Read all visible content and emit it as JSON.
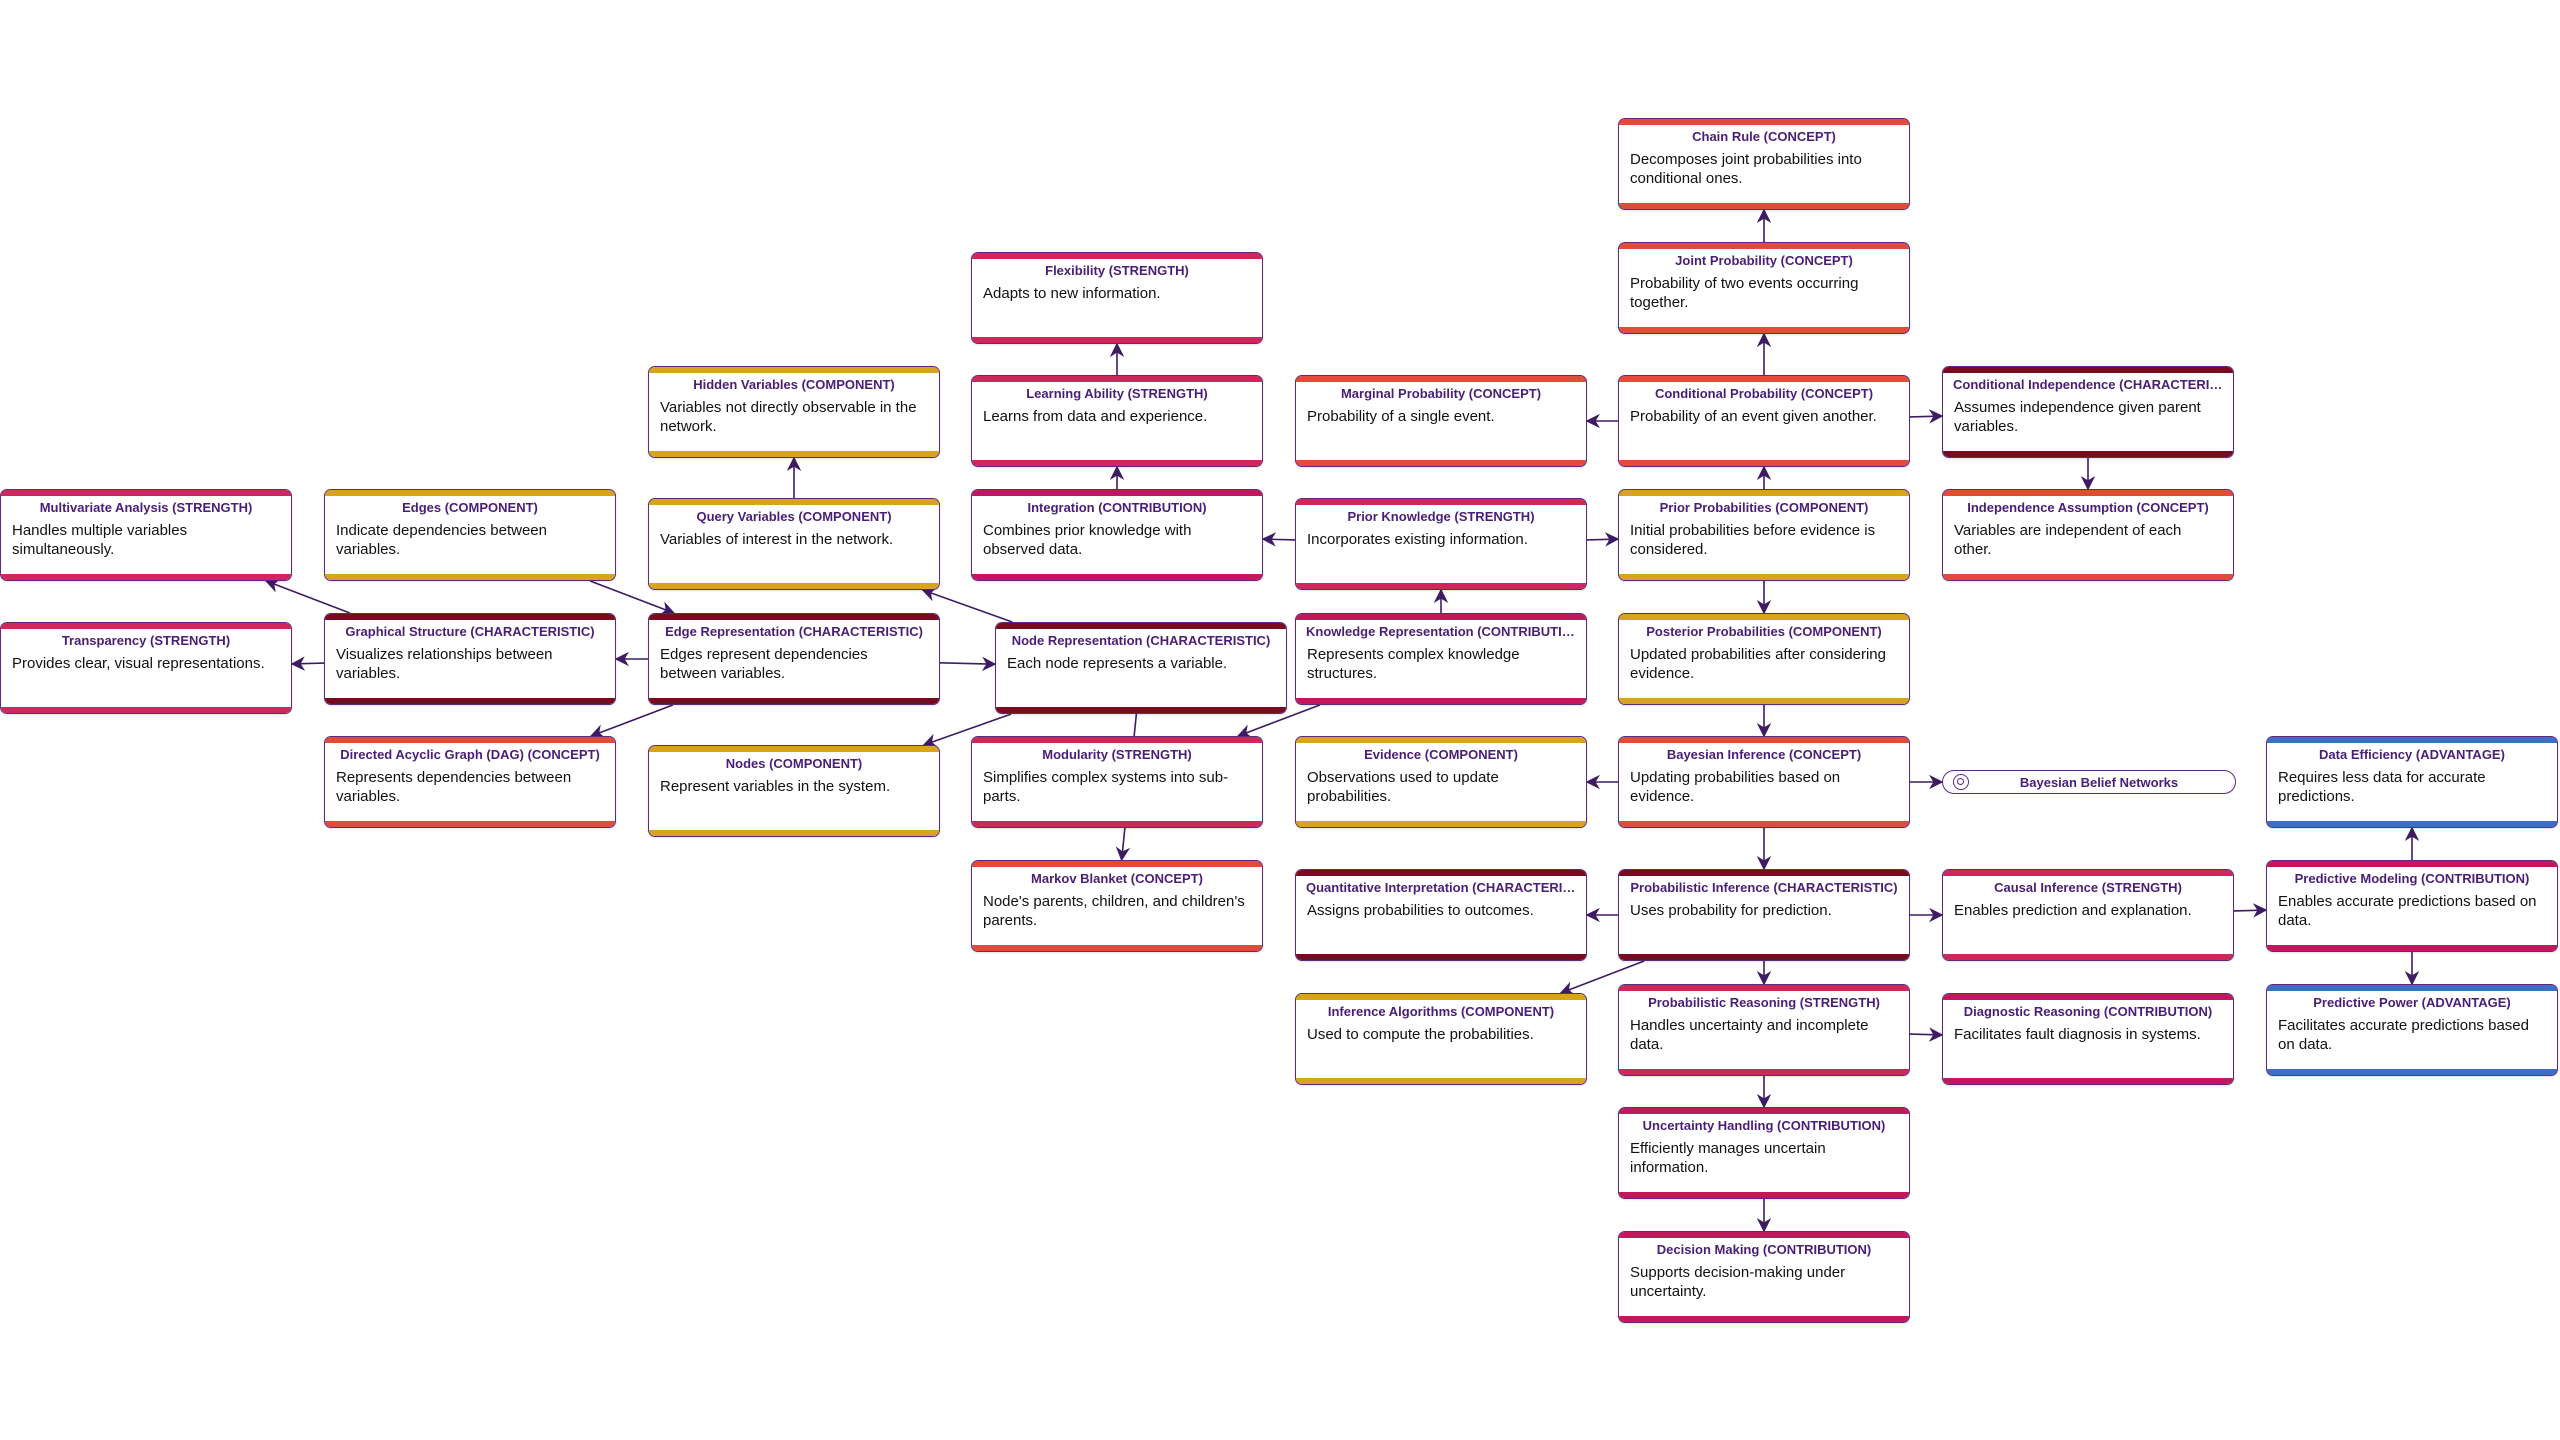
{
  "colors": {
    "concept": "#e14b3a",
    "component": "#d9a31c",
    "strength": "#d0275a",
    "contribution": "#c2185b",
    "characteristic": "#7a0a1f",
    "advantage": "#3a6fc4",
    "edge": "#3e1c63",
    "node_border": "#5a2a82"
  },
  "nodes": [
    {
      "id": "chain",
      "title": "Chain Rule (CONCEPT)",
      "desc": "Decomposes joint probabilities into conditional ones.",
      "kind": "concept"
    },
    {
      "id": "flex",
      "title": "Flexibility (STRENGTH)",
      "desc": "Adapts to new information.",
      "kind": "strength"
    },
    {
      "id": "joint",
      "title": "Joint Probability (CONCEPT)",
      "desc": "Probability of two events occurring together.",
      "kind": "concept"
    },
    {
      "id": "hidden",
      "title": "Hidden Variables (COMPONENT)",
      "desc": "Variables not directly observable in the network.",
      "kind": "component"
    },
    {
      "id": "learning",
      "title": "Learning Ability (STRENGTH)",
      "desc": "Learns from data and experience.",
      "kind": "strength"
    },
    {
      "id": "marginal",
      "title": "Marginal Probability (CONCEPT)",
      "desc": "Probability of a single event.",
      "kind": "concept"
    },
    {
      "id": "conditional",
      "title": "Conditional Probability (CONCEPT)",
      "desc": "Probability of an event given another.",
      "kind": "concept"
    },
    {
      "id": "condind",
      "title": "Conditional Independence (CHARACTERISTIC)",
      "desc": "Assumes independence given parent variables.",
      "kind": "characteristic"
    },
    {
      "id": "multivar",
      "title": "Multivariate Analysis (STRENGTH)",
      "desc": "Handles multiple variables simultaneously.",
      "kind": "strength"
    },
    {
      "id": "edges",
      "title": "Edges (COMPONENT)",
      "desc": "Indicate dependencies between variables.",
      "kind": "component"
    },
    {
      "id": "query",
      "title": "Query Variables (COMPONENT)",
      "desc": "Variables of interest in the network.",
      "kind": "component"
    },
    {
      "id": "integration",
      "title": "Integration (CONTRIBUTION)",
      "desc": "Combines prior knowledge with observed data.",
      "kind": "contribution"
    },
    {
      "id": "priorknow",
      "title": "Prior Knowledge (STRENGTH)",
      "desc": "Incorporates existing information.",
      "kind": "strength"
    },
    {
      "id": "priorprob",
      "title": "Prior Probabilities (COMPONENT)",
      "desc": "Initial probabilities before evidence is considered.",
      "kind": "component"
    },
    {
      "id": "indassump",
      "title": "Independence Assumption (CONCEPT)",
      "desc": "Variables are independent of each other.",
      "kind": "concept"
    },
    {
      "id": "transp",
      "title": "Transparency (STRENGTH)",
      "desc": "Provides clear, visual representations.",
      "kind": "strength"
    },
    {
      "id": "graphstruct",
      "title": "Graphical Structure (CHARACTERISTIC)",
      "desc": "Visualizes relationships between variables.",
      "kind": "characteristic"
    },
    {
      "id": "edgerep",
      "title": "Edge Representation (CHARACTERISTIC)",
      "desc": "Edges represent dependencies between variables.",
      "kind": "characteristic"
    },
    {
      "id": "noderep",
      "title": "Node Representation (CHARACTERISTIC)",
      "desc": "Each node represents a variable.",
      "kind": "characteristic"
    },
    {
      "id": "knowrep",
      "title": "Knowledge Representation (CONTRIBUTION)",
      "desc": "Represents complex knowledge structures.",
      "kind": "contribution"
    },
    {
      "id": "posterior",
      "title": "Posterior Probabilities (COMPONENT)",
      "desc": "Updated probabilities after considering evidence.",
      "kind": "component"
    },
    {
      "id": "dag",
      "title": "Directed Acyclic Graph (DAG) (CONCEPT)",
      "desc": "Represents dependencies between variables.",
      "kind": "concept"
    },
    {
      "id": "nodescomp",
      "title": "Nodes (COMPONENT)",
      "desc": "Represent variables in the system.",
      "kind": "component"
    },
    {
      "id": "modularity",
      "title": "Modularity (STRENGTH)",
      "desc": "Simplifies complex systems into sub-parts.",
      "kind": "strength"
    },
    {
      "id": "evidence",
      "title": "Evidence (COMPONENT)",
      "desc": "Observations used to update probabilities.",
      "kind": "component"
    },
    {
      "id": "bayesinf",
      "title": "Bayesian Inference (CONCEPT)",
      "desc": "Updating probabilities based on evidence.",
      "kind": "concept"
    },
    {
      "id": "dataeff",
      "title": "Data Efficiency (ADVANTAGE)",
      "desc": "Requires less data for accurate predictions.",
      "kind": "advantage"
    },
    {
      "id": "markov",
      "title": "Markov Blanket (CONCEPT)",
      "desc": "Node's parents, children, and children's parents.",
      "kind": "concept"
    },
    {
      "id": "quant",
      "title": "Quantitative Interpretation (CHARACTERISTIC)",
      "desc": "Assigns probabilities to outcomes.",
      "kind": "characteristic"
    },
    {
      "id": "probinf",
      "title": "Probabilistic Inference (CHARACTERISTIC)",
      "desc": "Uses probability for prediction.",
      "kind": "characteristic"
    },
    {
      "id": "causal",
      "title": "Causal Inference (STRENGTH)",
      "desc": "Enables prediction and explanation.",
      "kind": "strength"
    },
    {
      "id": "predmodel",
      "title": "Predictive Modeling (CONTRIBUTION)",
      "desc": "Enables accurate predictions based on data.",
      "kind": "contribution"
    },
    {
      "id": "infalg",
      "title": "Inference Algorithms (COMPONENT)",
      "desc": "Used to compute the probabilities.",
      "kind": "component"
    },
    {
      "id": "probreason",
      "title": "Probabilistic Reasoning (STRENGTH)",
      "desc": "Handles uncertainty and incomplete data.",
      "kind": "strength"
    },
    {
      "id": "diag",
      "title": "Diagnostic Reasoning (CONTRIBUTION)",
      "desc": "Facilitates fault diagnosis in systems.",
      "kind": "contribution"
    },
    {
      "id": "predpower",
      "title": "Predictive Power (ADVANTAGE)",
      "desc": "Facilitates accurate predictions based on data.",
      "kind": "advantage"
    },
    {
      "id": "uncert",
      "title": "Uncertainty Handling (CONTRIBUTION)",
      "desc": "Efficiently manages uncertain information.",
      "kind": "contribution"
    },
    {
      "id": "decision",
      "title": "Decision Making (CONTRIBUTION)",
      "desc": "Supports decision-making under uncertainty.",
      "kind": "contribution"
    }
  ],
  "center": {
    "id": "center",
    "label": "Bayesian Belief Networks",
    "icon": "target-icon"
  },
  "edges": [
    [
      "joint",
      "chain"
    ],
    [
      "conditional",
      "joint"
    ],
    [
      "learning",
      "flex"
    ],
    [
      "integration",
      "learning"
    ],
    [
      "query",
      "hidden"
    ],
    [
      "conditional",
      "marginal"
    ],
    [
      "conditional",
      "condind"
    ],
    [
      "priorprob",
      "conditional"
    ],
    [
      "condind",
      "indassump"
    ],
    [
      "priorknow",
      "integration"
    ],
    [
      "priorknow",
      "priorprob"
    ],
    [
      "knowrep",
      "priorknow"
    ],
    [
      "priorprob",
      "posterior"
    ],
    [
      "posterior",
      "bayesinf"
    ],
    [
      "graphstruct",
      "multivar"
    ],
    [
      "graphstruct",
      "transp"
    ],
    [
      "edgerep",
      "graphstruct"
    ],
    [
      "edges",
      "edgerep"
    ],
    [
      "edgerep",
      "noderep"
    ],
    [
      "noderep",
      "query"
    ],
    [
      "edgerep",
      "dag"
    ],
    [
      "noderep",
      "nodescomp"
    ],
    [
      "noderep",
      "markov"
    ],
    [
      "knowrep",
      "modularity"
    ],
    [
      "bayesinf",
      "evidence"
    ],
    [
      "bayesinf",
      "center"
    ],
    [
      "bayesinf",
      "probinf"
    ],
    [
      "predmodel",
      "dataeff"
    ],
    [
      "probinf",
      "quant"
    ],
    [
      "probinf",
      "causal"
    ],
    [
      "causal",
      "predmodel"
    ],
    [
      "predmodel",
      "predpower"
    ],
    [
      "probinf",
      "infalg"
    ],
    [
      "probinf",
      "probreason"
    ],
    [
      "probreason",
      "diag"
    ],
    [
      "probreason",
      "uncert"
    ],
    [
      "uncert",
      "decision"
    ]
  ]
}
